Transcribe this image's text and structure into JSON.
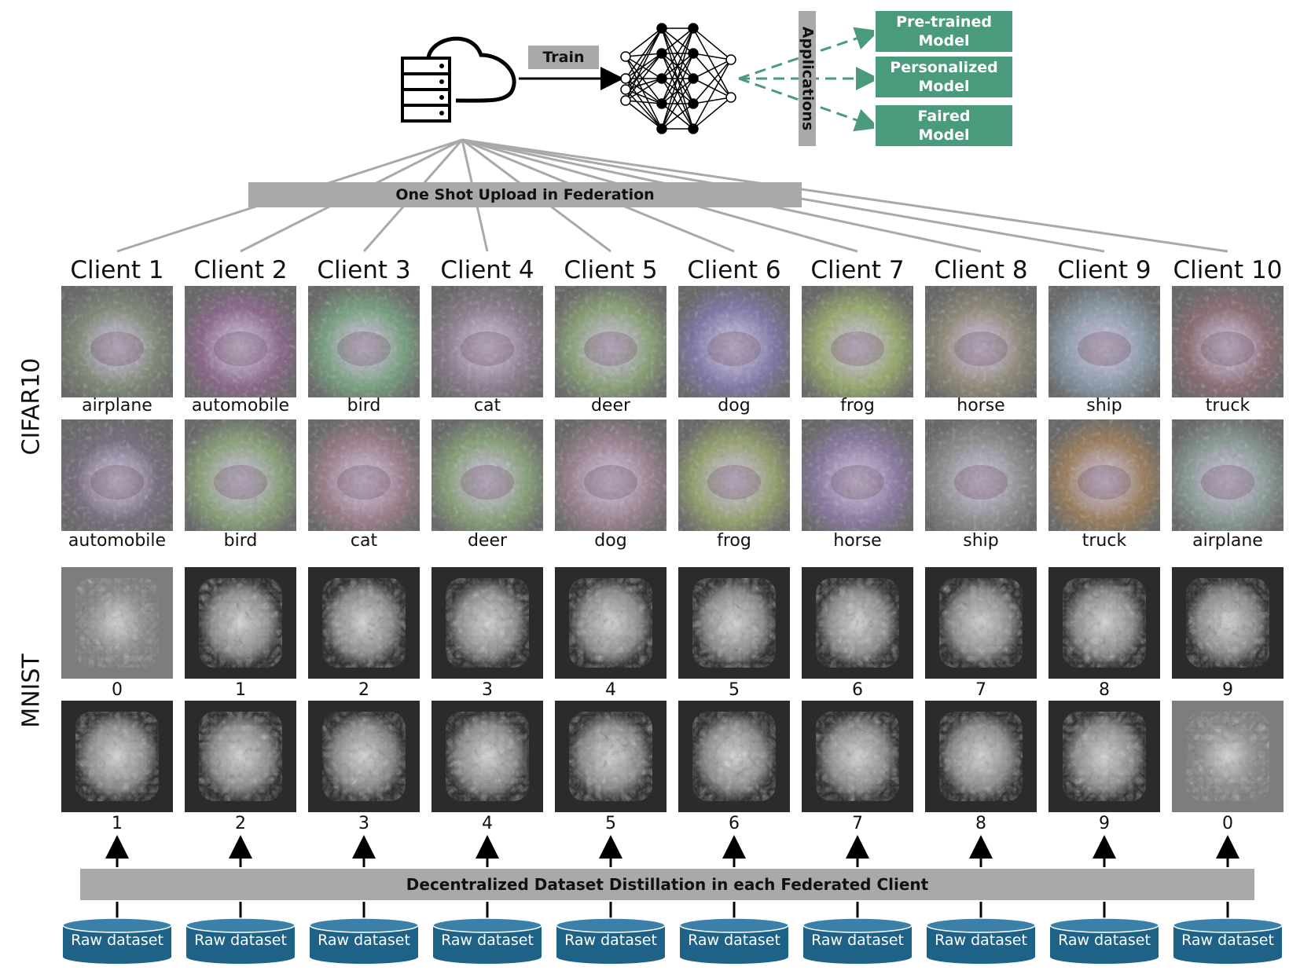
{
  "header": {
    "train_label": "Train",
    "applications_label": "Applications",
    "applications": [
      "Pre-trained\nModel",
      "Personalized\nModel",
      "Faired\nModel"
    ],
    "upload_label": "One Shot Upload in Federation"
  },
  "clients": [
    "Client 1",
    "Client 2",
    "Client 3",
    "Client 4",
    "Client 5",
    "Client 6",
    "Client 7",
    "Client 8",
    "Client 9",
    "Client 10"
  ],
  "cifar10": {
    "label": "CIFAR10",
    "row1": [
      "airplane",
      "automobile",
      "bird",
      "cat",
      "deer",
      "dog",
      "frog",
      "horse",
      "ship",
      "truck"
    ],
    "row2": [
      "automobile",
      "bird",
      "cat",
      "deer",
      "dog",
      "frog",
      "horse",
      "ship",
      "truck",
      "airplane"
    ]
  },
  "mnist": {
    "label": "MNIST",
    "row1": [
      "0",
      "1",
      "2",
      "3",
      "4",
      "5",
      "6",
      "7",
      "8",
      "9"
    ],
    "row2": [
      "1",
      "2",
      "3",
      "4",
      "5",
      "6",
      "7",
      "8",
      "9",
      "0"
    ]
  },
  "distillation_label": "Decentralized Dataset Distillation in each Federated Client",
  "raw_dataset_label": "Raw dataset",
  "colors": {
    "bar_gray": "#a9a9a9",
    "app_green": "#4a9a7c",
    "cylinder_blue": "#1f6288",
    "cifar_r1": [
      "#7f8a78",
      "#8a6a8a",
      "#7aa080",
      "#8d7f8f",
      "#8aa078",
      "#7f7aa6",
      "#96a86e",
      "#8f8a78",
      "#8a9aa6",
      "#8a6f74"
    ],
    "cifar_r2": [
      "#7a7080",
      "#8aa07a",
      "#9a7f8a",
      "#88a07a",
      "#9a8490",
      "#94a070",
      "#8a7aa0",
      "#8e9090",
      "#9a7f5e",
      "#8a9a94"
    ]
  }
}
